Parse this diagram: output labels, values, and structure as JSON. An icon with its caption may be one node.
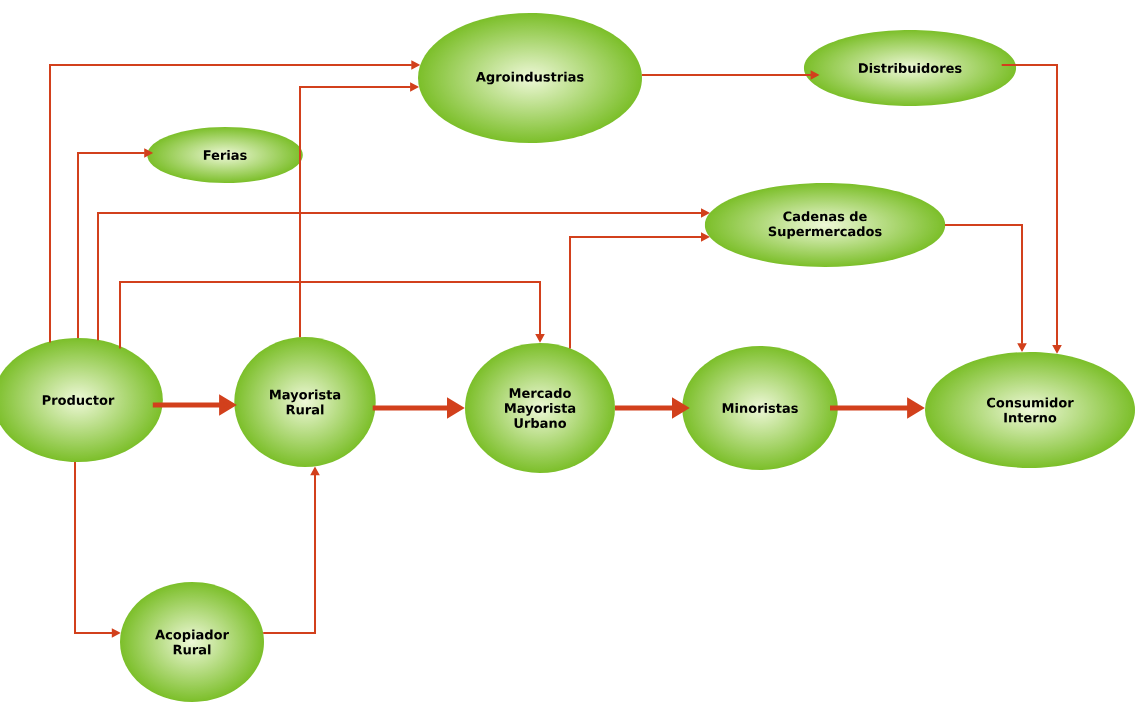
{
  "diagram": {
    "nodes": [
      {
        "text": [
          "Agroindustrias"
        ]
      },
      {
        "text": [
          "Distribuidores"
        ]
      },
      {
        "text": [
          "Ferias"
        ]
      },
      {
        "text": [
          "Cadenas de Supermercados"
        ]
      },
      {
        "text": [
          "Productor"
        ]
      },
      {
        "text": [
          "Mayorista Rural"
        ]
      },
      {
        "text": [
          "Mercado Mayorista Urbano"
        ]
      },
      {
        "text": [
          "Minoristas"
        ]
      },
      {
        "text": [
          "Consumidor Interno"
        ]
      },
      {
        "text": [
          "Acopiador Rural"
        ]
      }
    ],
    "edges": [
      {
        "from": 4,
        "to": 0,
        "arrow": "to"
      },
      {
        "from": 4,
        "to": 2,
        "arrow": "to"
      },
      {
        "from": 4,
        "to": 3,
        "arrow": "to"
      },
      {
        "from": 4,
        "to": 6,
        "arrow": "to"
      },
      {
        "from": 4,
        "to": 5,
        "arrow": "to",
        "style": "thick"
      },
      {
        "from": 4,
        "to": 9,
        "arrow": "to"
      },
      {
        "from": 9,
        "to": 5,
        "arrow": "to"
      },
      {
        "from": 5,
        "to": 0,
        "arrow": "to"
      },
      {
        "from": 0,
        "to": 1,
        "arrow": "to"
      },
      {
        "from": 1,
        "to": 8,
        "arrow": "to"
      },
      {
        "from": 3,
        "to": 8,
        "arrow": "to"
      },
      {
        "from": 6,
        "to": 3,
        "arrow": "to"
      },
      {
        "from": 5,
        "to": 6,
        "arrow": "to",
        "style": "thick"
      },
      {
        "from": 6,
        "to": 7,
        "arrow": "to",
        "style": "thick"
      },
      {
        "from": 7,
        "to": 8,
        "arrow": "to",
        "style": "thick"
      }
    ]
  }
}
